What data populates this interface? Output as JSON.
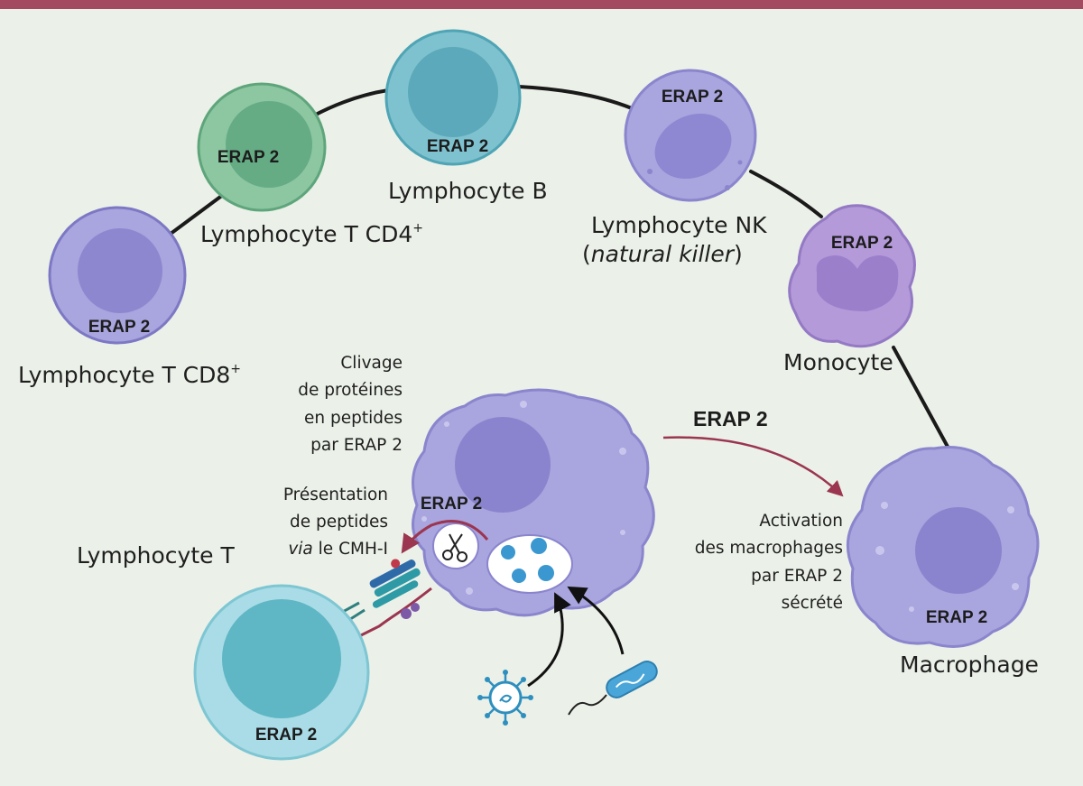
{
  "enzyme_label": "ERAP 2",
  "cells": {
    "cd8": {
      "name": "Lymphocyte T CD8",
      "sup": "+"
    },
    "cd4": {
      "name": "Lymphocyte T CD4",
      "sup": "+"
    },
    "b": {
      "name": "Lymphocyte B"
    },
    "nk": {
      "name": "Lymphocyte NK",
      "sub_open": "(",
      "sub_italic": "natural killer",
      "sub_close": ")"
    },
    "monocyte": {
      "name": "Monocyte"
    },
    "macrophage": {
      "name": "Macrophage"
    },
    "t": {
      "name": "Lymphocyte T"
    }
  },
  "notes": {
    "cleavage": [
      "Clivage",
      "de protéines",
      "en peptides",
      "par ERAP 2"
    ],
    "presentation": {
      "line1": "Présentation",
      "line2": "de peptides",
      "line3_italic": "via",
      "line3_rest": " le CMH-I"
    },
    "activation": [
      "Activation",
      "des macrophages",
      "par ERAP 2",
      "sécrété"
    ]
  },
  "colors": {
    "background": "#ebf1e8",
    "top_bar": "#a44a60",
    "arrow_red": "#9b3550",
    "cd4_cell": "#8cc7a2",
    "b_cell": "#7fc2cf",
    "lavender_cell": "#a9a5de",
    "monocyte_cell": "#b49ad9",
    "t_cell": "#a9dce6"
  },
  "icons": [
    "scissors-icon",
    "virus-icon",
    "bacterium-icon",
    "mhc-receptor-icon"
  ]
}
